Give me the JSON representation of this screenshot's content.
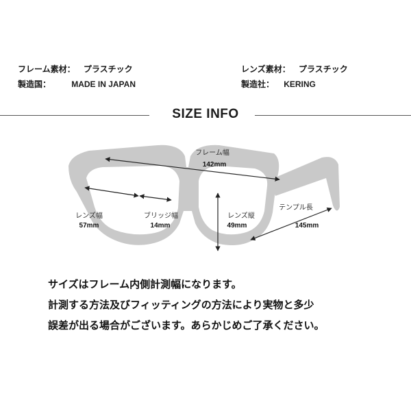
{
  "specs": {
    "frame_material_label": "フレーム素材：",
    "frame_material_value": "プラスチック",
    "origin_label": "製造国：",
    "origin_value": "MADE IN  JAPAN",
    "lens_material_label": "レンズ素材：",
    "lens_material_value": "プラスチック",
    "maker_label": "製造社：",
    "maker_value": "KERING"
  },
  "size_info": {
    "title": "SIZE INFO",
    "frame_width_label": "フレーム幅",
    "frame_width_value": "142mm",
    "lens_width_label": "レンズ幅",
    "lens_width_value": "57mm",
    "bridge_label": "ブリッジ幅",
    "bridge_value": "14mm",
    "lens_height_label": "レンズ縦",
    "lens_height_value": "49mm",
    "temple_label": "テンプル長",
    "temple_value": "145mm"
  },
  "notes": [
    "サイズはフレーム内側計測幅になります。",
    "計測する方法及びフィッティングの方法により実物と多少",
    "誤差が出る場合がございます。あらかじめご了承ください。"
  ],
  "colors": {
    "frame_gray": "#c9c9c9",
    "arrow": "#222222"
  }
}
